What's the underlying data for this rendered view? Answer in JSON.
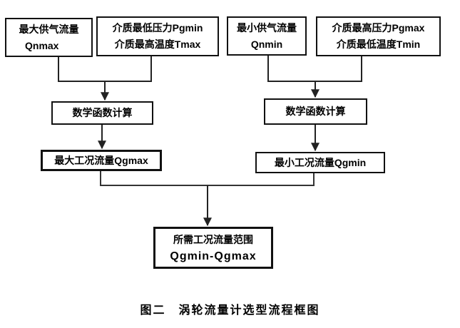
{
  "figure": {
    "caption": "图二　涡轮流量计选型流程框图"
  },
  "colors": {
    "background": "#ffffff",
    "box_border": "#111111",
    "text": "#000000",
    "connector_line": "#222222"
  },
  "nodes": {
    "qnmax": {
      "lines": [
        "最大供气流量",
        "Qnmax"
      ]
    },
    "pgmin_tmax": {
      "lines": [
        "介质最低压力Pgmin",
        "介质最高温度Tmax"
      ]
    },
    "qnmin": {
      "lines": [
        "最小供气流量",
        "Qnmin"
      ]
    },
    "pgmax_tmin": {
      "lines": [
        "介质最高压力Pgmax",
        "介质最低温度Tmin"
      ]
    },
    "calc_left": {
      "label": "数学函数计算"
    },
    "calc_right": {
      "label": "数学函数计算"
    },
    "qgmax": {
      "label": "最大工况流量Qgmax"
    },
    "qgmin": {
      "label": "最小工况流量Qgmin"
    },
    "result": {
      "lines": [
        "所需工况流量范围",
        "Qgmin-Qgmax"
      ]
    }
  },
  "edges": [
    {
      "from": [
        "qnmax",
        "pgmin_tmax"
      ],
      "to": "calc_left",
      "type": "merge-arrow"
    },
    {
      "from": [
        "qnmin",
        "pgmax_tmin"
      ],
      "to": "calc_right",
      "type": "merge-arrow"
    },
    {
      "from": [
        "calc_left"
      ],
      "to": "qgmax",
      "type": "arrow"
    },
    {
      "from": [
        "calc_right"
      ],
      "to": "qgmin",
      "type": "arrow"
    },
    {
      "from": [
        "qgmax",
        "qgmin"
      ],
      "to": "result",
      "type": "merge-arrow"
    }
  ]
}
